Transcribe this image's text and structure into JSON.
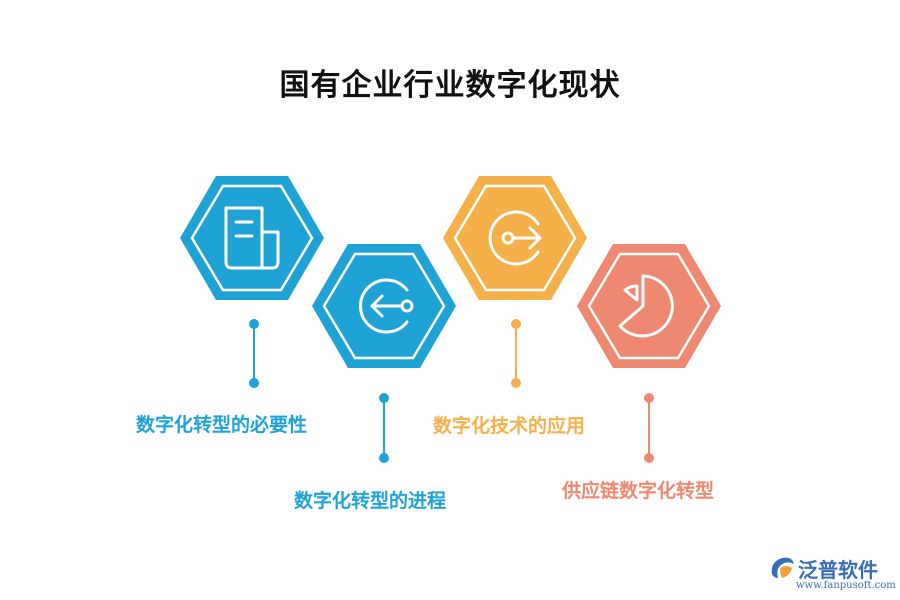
{
  "title": "国有企业行业数字化现状",
  "colors": {
    "blue": "#1fa3d6",
    "orange": "#f5b04a",
    "salmon": "#ee8870",
    "title": "#111111",
    "logo": "#3a6db5"
  },
  "items": [
    {
      "label": "数字化转型的必要性",
      "color": "#1fa3d6",
      "icon": "document-icon"
    },
    {
      "label": "数字化转型的进程",
      "color": "#1fa3d6",
      "icon": "arrow-left-circle-icon"
    },
    {
      "label": "数字化技术的应用",
      "color": "#f5b04a",
      "icon": "arrow-right-circle-icon"
    },
    {
      "label": "供应链数字化转型",
      "color": "#ee8870",
      "icon": "pie-chart-icon"
    }
  ],
  "logo": {
    "name": "泛普软件",
    "url": "www.fanpusoft.com"
  }
}
